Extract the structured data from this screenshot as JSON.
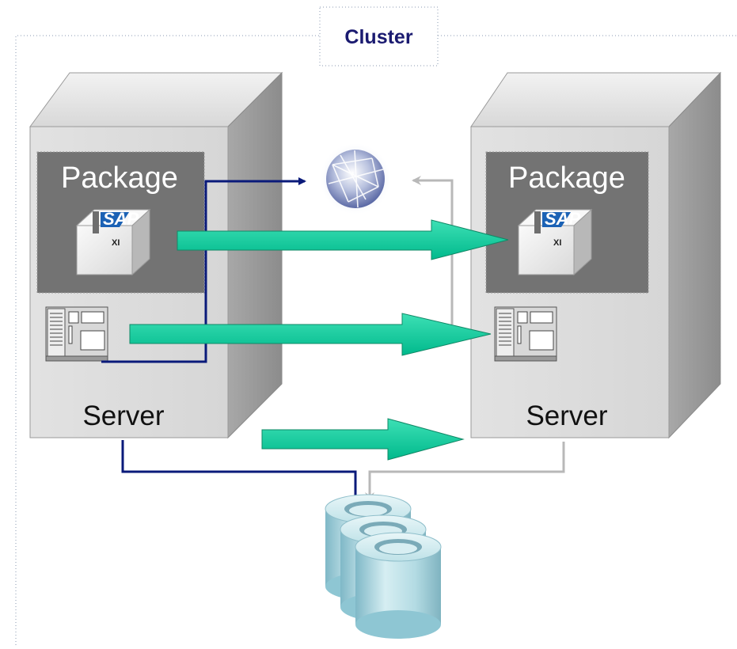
{
  "cluster": {
    "label": "Cluster"
  },
  "left_server": {
    "package_label": "Package",
    "server_label": "Server",
    "sap_logo": "SAP",
    "xi_label": "XI"
  },
  "right_server": {
    "package_label": "Package",
    "server_label": "Server",
    "sap_logo": "SAP",
    "xi_label": "XI"
  },
  "colors": {
    "failover_arrow": "#00c89a",
    "primary_connection": "#0a1a7a",
    "standby_connection": "#b8b8b8",
    "package_bg": "#737373",
    "storage": "#a9d8e0"
  },
  "icons": {
    "network": "network-globe-icon",
    "storage": "storage-disks-icon",
    "hardware": "server-hardware-icon",
    "application": "sap-xi-box-icon"
  }
}
